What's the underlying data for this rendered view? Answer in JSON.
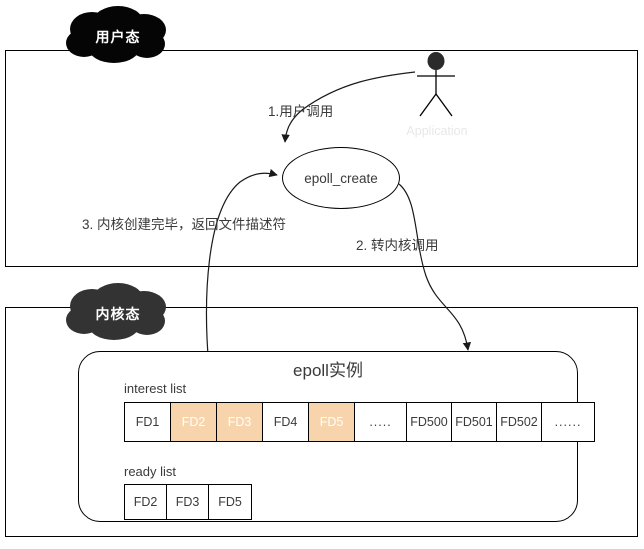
{
  "diagram": {
    "title_user_mode": "用户态",
    "title_kernel_mode": "内核态",
    "actor_label": "Application",
    "node_epoll_create": "epoll_create",
    "flows": [
      {
        "id": "flow-1",
        "label": "1.用户调用"
      },
      {
        "id": "flow-2",
        "label": "2. 转内核调用"
      },
      {
        "id": "flow-3",
        "label": "3. 内核创建完毕，返回文件描述符"
      }
    ],
    "epoll_instance": {
      "title": "epoll实例",
      "interest_list": {
        "caption": "interest list",
        "cells": [
          {
            "label": "FD1",
            "highlight": false,
            "width": 46
          },
          {
            "label": "FD2",
            "highlight": true,
            "width": 46
          },
          {
            "label": "FD3",
            "highlight": true,
            "width": 46
          },
          {
            "label": "FD4",
            "highlight": false,
            "width": 46
          },
          {
            "label": "FD5",
            "highlight": true,
            "width": 46
          },
          {
            "label": ".....",
            "highlight": false,
            "width": 52
          },
          {
            "label": "FD500",
            "highlight": false,
            "width": 45
          },
          {
            "label": "FD501",
            "highlight": false,
            "width": 45
          },
          {
            "label": "FD502",
            "highlight": false,
            "width": 45
          },
          {
            "label": "......",
            "highlight": false,
            "width": 52
          }
        ]
      },
      "ready_list": {
        "caption": "ready list",
        "cells": [
          {
            "label": "FD2",
            "highlight": false,
            "width": 42
          },
          {
            "label": "FD3",
            "highlight": false,
            "width": 42
          },
          {
            "label": "FD5",
            "highlight": false,
            "width": 42
          }
        ]
      }
    },
    "colors": {
      "highlight_fill": "#f7d4ab",
      "highlight_text": "#ffffff",
      "cloud_user_fill": "#050505",
      "cloud_kernel_fill": "#333333",
      "stroke": "#000000",
      "actor_label_color": "#e8e8e8",
      "text": "#3a3a3a"
    }
  }
}
